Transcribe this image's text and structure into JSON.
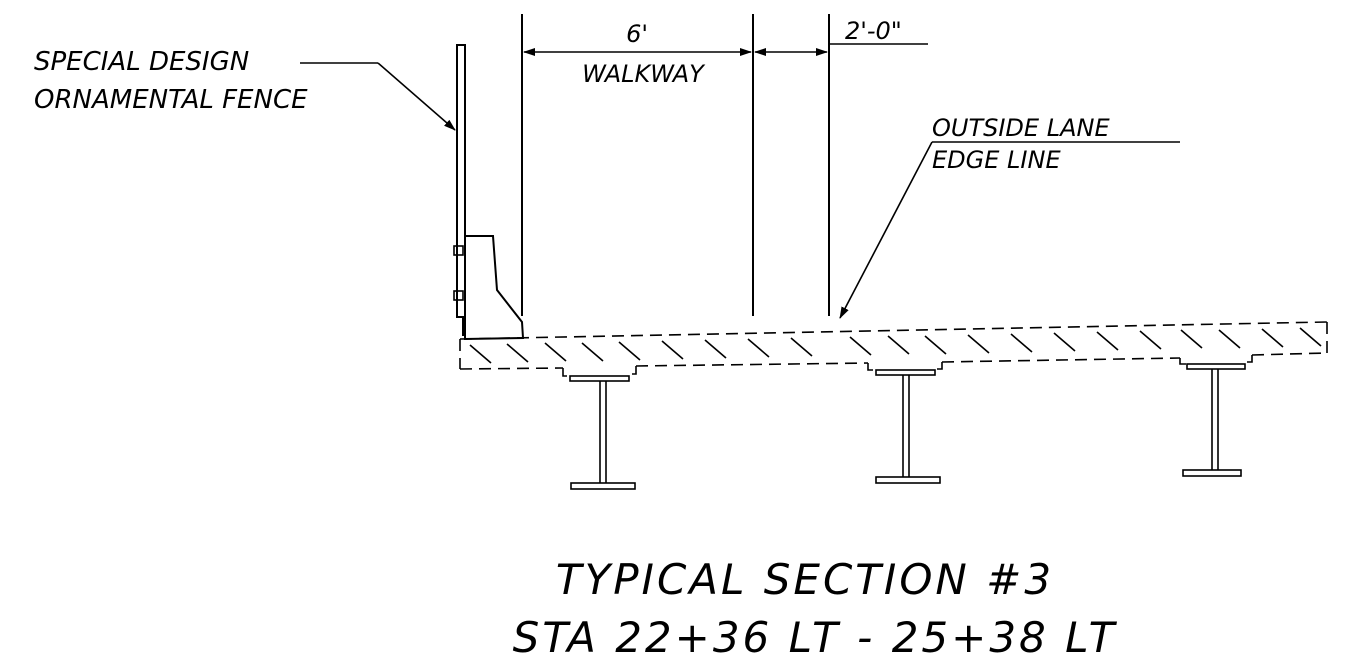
{
  "labels": {
    "fence_line1": "SPECIAL DESIGN",
    "fence_line2": "ORNAMENTAL FENCE",
    "walkway_dim": "6'",
    "walkway_text": "WALKWAY",
    "offset_dim": "2'-0\"",
    "lane_line1": "OUTSIDE LANE",
    "lane_line2": "EDGE LINE"
  },
  "title": {
    "line1": "TYPICAL SECTION #3",
    "line2": "STA 22+36 LT - 25+38 LT"
  }
}
